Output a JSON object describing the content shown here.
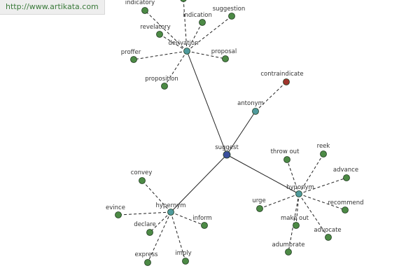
{
  "watermark": "http://www.artikata.com",
  "colors": {
    "root": "#3a4f9c",
    "relation": "#4f9a9c",
    "leaf": "#4c8a45",
    "antonym_leaf": "#a0352d",
    "line": "#222222"
  },
  "graph": {
    "root": {
      "id": "suggest",
      "label": "suggest"
    },
    "relations": [
      {
        "id": "derivation",
        "label": "derivation",
        "leaves": [
          {
            "id": "indicatory",
            "label": "indicatory"
          },
          {
            "id": "top-cut",
            "label": ""
          },
          {
            "id": "indication",
            "label": "indication"
          },
          {
            "id": "suggestion",
            "label": "suggestion"
          },
          {
            "id": "revelatory",
            "label": "revelatory"
          },
          {
            "id": "proffer",
            "label": "proffer"
          },
          {
            "id": "proposal",
            "label": "proposal"
          },
          {
            "id": "proposition",
            "label": "proposition"
          }
        ]
      },
      {
        "id": "antonym",
        "label": "antonym",
        "leaves": [
          {
            "id": "contraindicate",
            "label": "contraindicate",
            "kind": "antonym"
          }
        ]
      },
      {
        "id": "hypernym",
        "label": "hypernym",
        "leaves": [
          {
            "id": "convey",
            "label": "convey"
          },
          {
            "id": "evince",
            "label": "evince"
          },
          {
            "id": "declare",
            "label": "declare"
          },
          {
            "id": "inform",
            "label": "inform"
          },
          {
            "id": "express",
            "label": "express"
          },
          {
            "id": "imply",
            "label": "imply"
          }
        ]
      },
      {
        "id": "hyponym",
        "label": "hyponym",
        "leaves": [
          {
            "id": "throw-out",
            "label": "throw out"
          },
          {
            "id": "reek",
            "label": "reek"
          },
          {
            "id": "advance",
            "label": "advance"
          },
          {
            "id": "urge",
            "label": "urge"
          },
          {
            "id": "recommend",
            "label": "recommend"
          },
          {
            "id": "make-out",
            "label": "make out"
          },
          {
            "id": "advocate",
            "label": "advocate"
          },
          {
            "id": "adumbrate",
            "label": "adumbrate"
          }
        ]
      }
    ]
  }
}
